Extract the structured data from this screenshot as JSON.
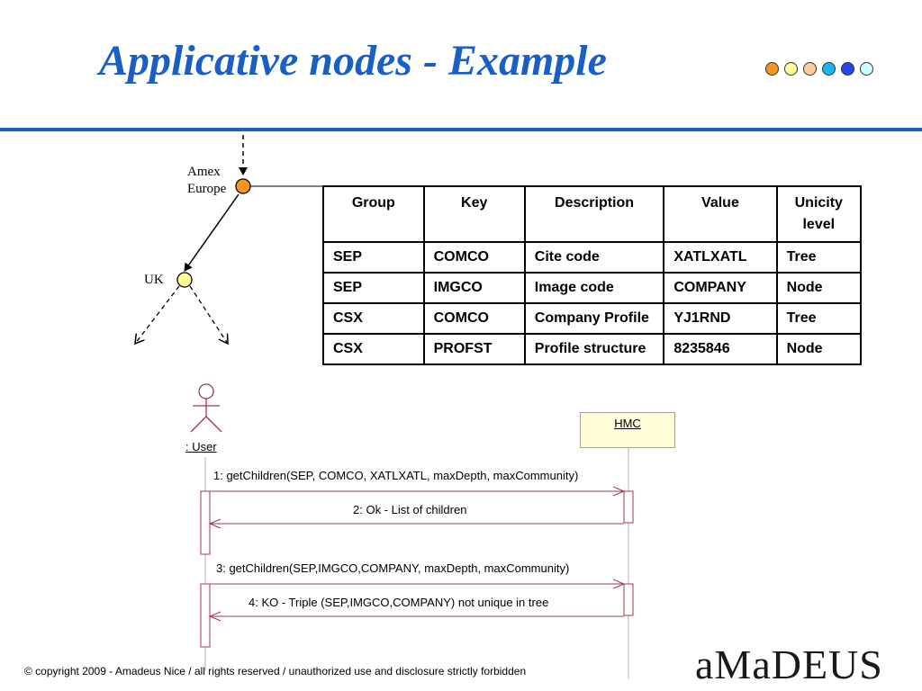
{
  "slide": {
    "title": "Applicative nodes - Example",
    "dot_colors": [
      "#f7941d",
      "#ffff99",
      "#ffcc99",
      "#1eb4f0",
      "#2446e8",
      "#ccffff"
    ],
    "rule_color": "#1a5fc4",
    "footer": "© copyright 2009 - Amadeus Nice  / all rights reserved / unauthorized use and disclosure strictly forbidden",
    "logo": "aMaDEUS"
  },
  "tree": {
    "root_label_line1": "Amex",
    "root_label_line2": "Europe",
    "child_label": "UK"
  },
  "table": {
    "headers": {
      "group": "Group",
      "key": "Key",
      "description": "Description",
      "value": "Value",
      "unicity_line1": "Unicity",
      "unicity_line2": "level"
    },
    "rows": [
      {
        "group": "SEP",
        "key": "COMCO",
        "description": "Cite code",
        "value": "XATLXATL",
        "unicity": "Tree"
      },
      {
        "group": "SEP",
        "key": "IMGCO",
        "description": "Image code",
        "value": "COMPANY",
        "unicity": "Node"
      },
      {
        "group": "CSX",
        "key": "COMCO",
        "description": "Company Profile",
        "value": "YJ1RND",
        "unicity": "Tree"
      },
      {
        "group": "CSX",
        "key": "PROFST",
        "description": "Profile structure",
        "value": "8235846",
        "unicity": "Node"
      }
    ]
  },
  "sequence": {
    "actor": " : User",
    "system": "HMC",
    "messages": [
      "1: getChildren(SEP, COMCO, XATLXATL, maxDepth, maxCommunity)",
      "2: Ok - List of children",
      "3: getChildren(SEP,IMGCO,COMPANY, maxDepth, maxCommunity)",
      "4: KO - Triple (SEP,IMGCO,COMPANY) not unique in tree"
    ]
  }
}
